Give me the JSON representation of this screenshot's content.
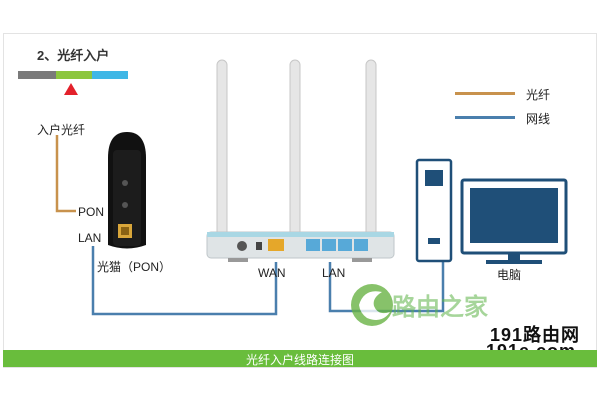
{
  "section_title": "2、光纤入户",
  "fiber_in_label": "入户光纤",
  "pon_label": "PON",
  "lan_label_modem": "LAN",
  "modem_label": "光猫（PON）",
  "wan_label": "WAN",
  "lan_label_router": "LAN",
  "pc_label": "电脑",
  "legend": {
    "fiber": "光纤",
    "network": "网线"
  },
  "caption": "光纤入户线路连接图",
  "watermark": {
    "text": "路由之家",
    "site_line1": "191路由网",
    "site_line2": "191e.com"
  },
  "colors": {
    "fiber_cable": "#c8924d",
    "network_cable": "#4a7fad",
    "legend_fiber_line": "#c8924d",
    "legend_network_line": "#4a7fad",
    "caption_bar": "#69bd3c",
    "marker": "#e3212b",
    "colorbar": [
      "#7a7a7a",
      "#8cc63f",
      "#3fb7e6"
    ]
  }
}
